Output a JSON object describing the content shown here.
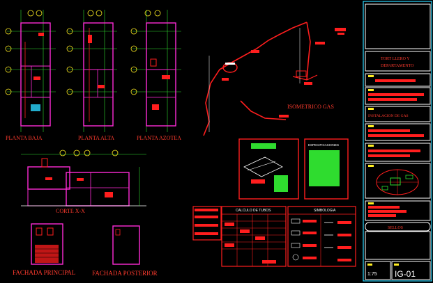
{
  "drawing": {
    "plans": [
      "PLANTA BAJA",
      "PLANTA ALTA",
      "PLANTA AZOTEA"
    ],
    "section": "CORTE X-X",
    "facades": [
      "FACHADA PRINCIPAL",
      "FACHADA POSTERIOR"
    ],
    "isometric_label": "ISOMETRICO GAS",
    "specs_header": "ESPECIFICACIONES",
    "tables": {
      "table_header": "CALCULO DE TUBOS",
      "symbols_header": "SIMBOLOGIA"
    }
  },
  "title_block": {
    "company": [
      "TORT LLERO Y",
      "DEPARTAMENTO"
    ],
    "subject": "INSTALACION DE GAS",
    "seals_label": "SELLOS",
    "scale": "1:75",
    "sheet": "IG-01"
  },
  "colors": {
    "background": "#000000",
    "red": "#ff1e1e",
    "magenta": "#ff2bd6",
    "green": "#2fdc2f",
    "cyan": "#2ad7ff",
    "yellow": "#ffee22",
    "white": "#ffffff"
  }
}
